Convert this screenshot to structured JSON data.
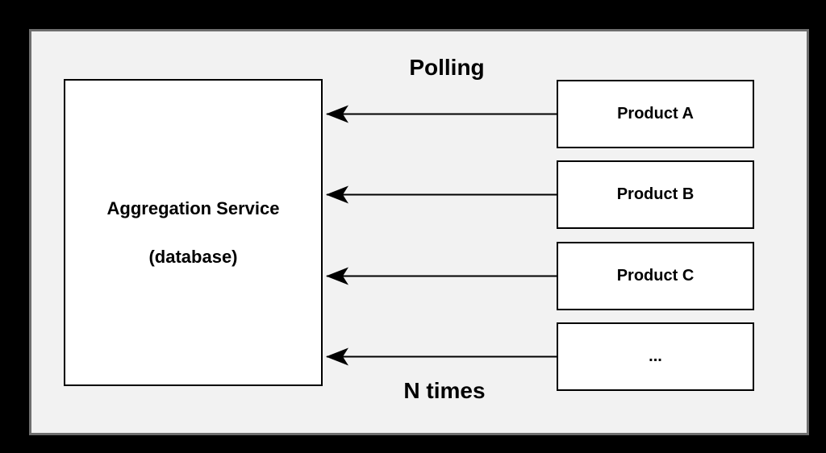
{
  "diagram": {
    "title": "Polling",
    "bottom_label": "N times",
    "aggregation": {
      "line1": "Aggregation Service",
      "line2": "(database)"
    },
    "products": [
      {
        "label": "Product A"
      },
      {
        "label": "Product B"
      },
      {
        "label": "Product C"
      },
      {
        "label": "..."
      }
    ],
    "arrows": {
      "count": 4,
      "direction": "from each product box to aggregation service",
      "style": "solid line, concave black arrowhead pointing left"
    },
    "colors": {
      "canvas_bg": "#000000",
      "panel_bg": "#f2f2f2",
      "panel_border": "#6e6e6e",
      "node_bg": "#ffffff",
      "node_border": "#000000",
      "arrow": "#000000",
      "text": "#000000"
    }
  }
}
